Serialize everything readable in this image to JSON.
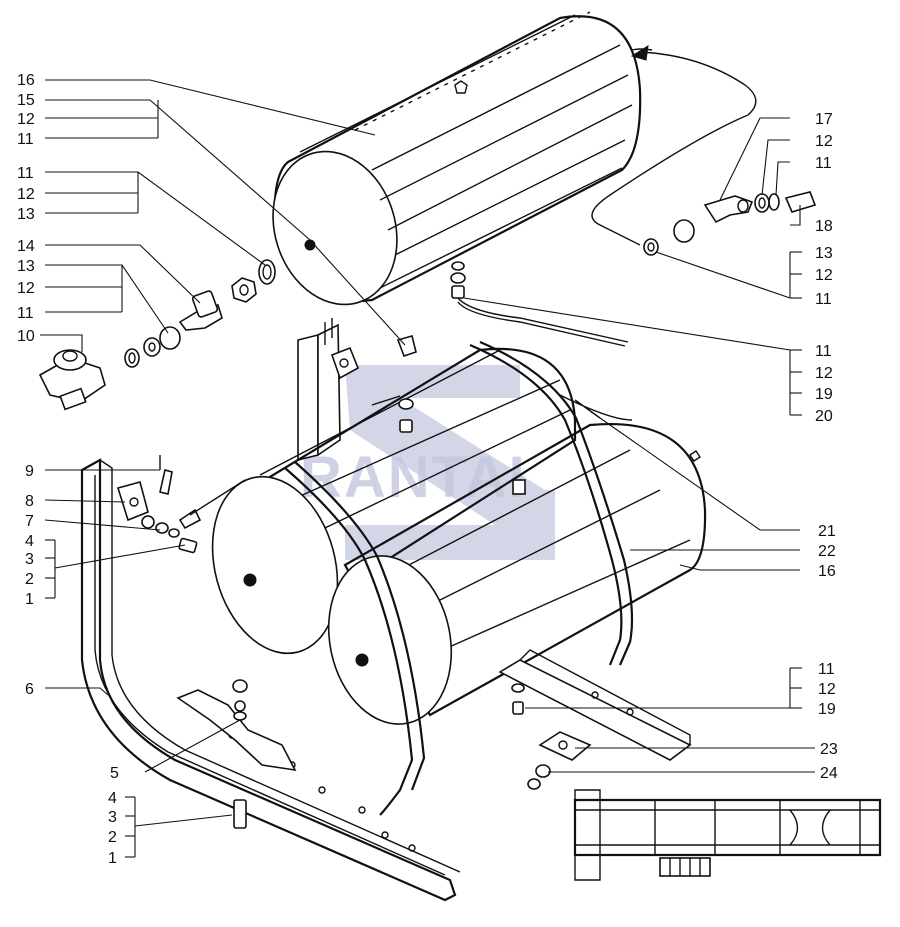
{
  "watermark": {
    "text": "RANTAI",
    "color": "#c3c8de"
  },
  "callouts": {
    "left": [
      "16",
      "15",
      "12",
      "11",
      "11",
      "12",
      "13",
      "14",
      "13",
      "12",
      "11",
      "10",
      "9",
      "8",
      "7",
      "4",
      "3",
      "2",
      "1",
      "6",
      "5",
      "4",
      "3",
      "2",
      "1"
    ],
    "right": [
      "17",
      "12",
      "11",
      "18",
      "13",
      "12",
      "11",
      "11",
      "12",
      "19",
      "20",
      "21",
      "22",
      "16",
      "11",
      "12",
      "19",
      "23",
      "24"
    ]
  },
  "colors": {
    "ink": "#111111",
    "paper": "#ffffff"
  }
}
